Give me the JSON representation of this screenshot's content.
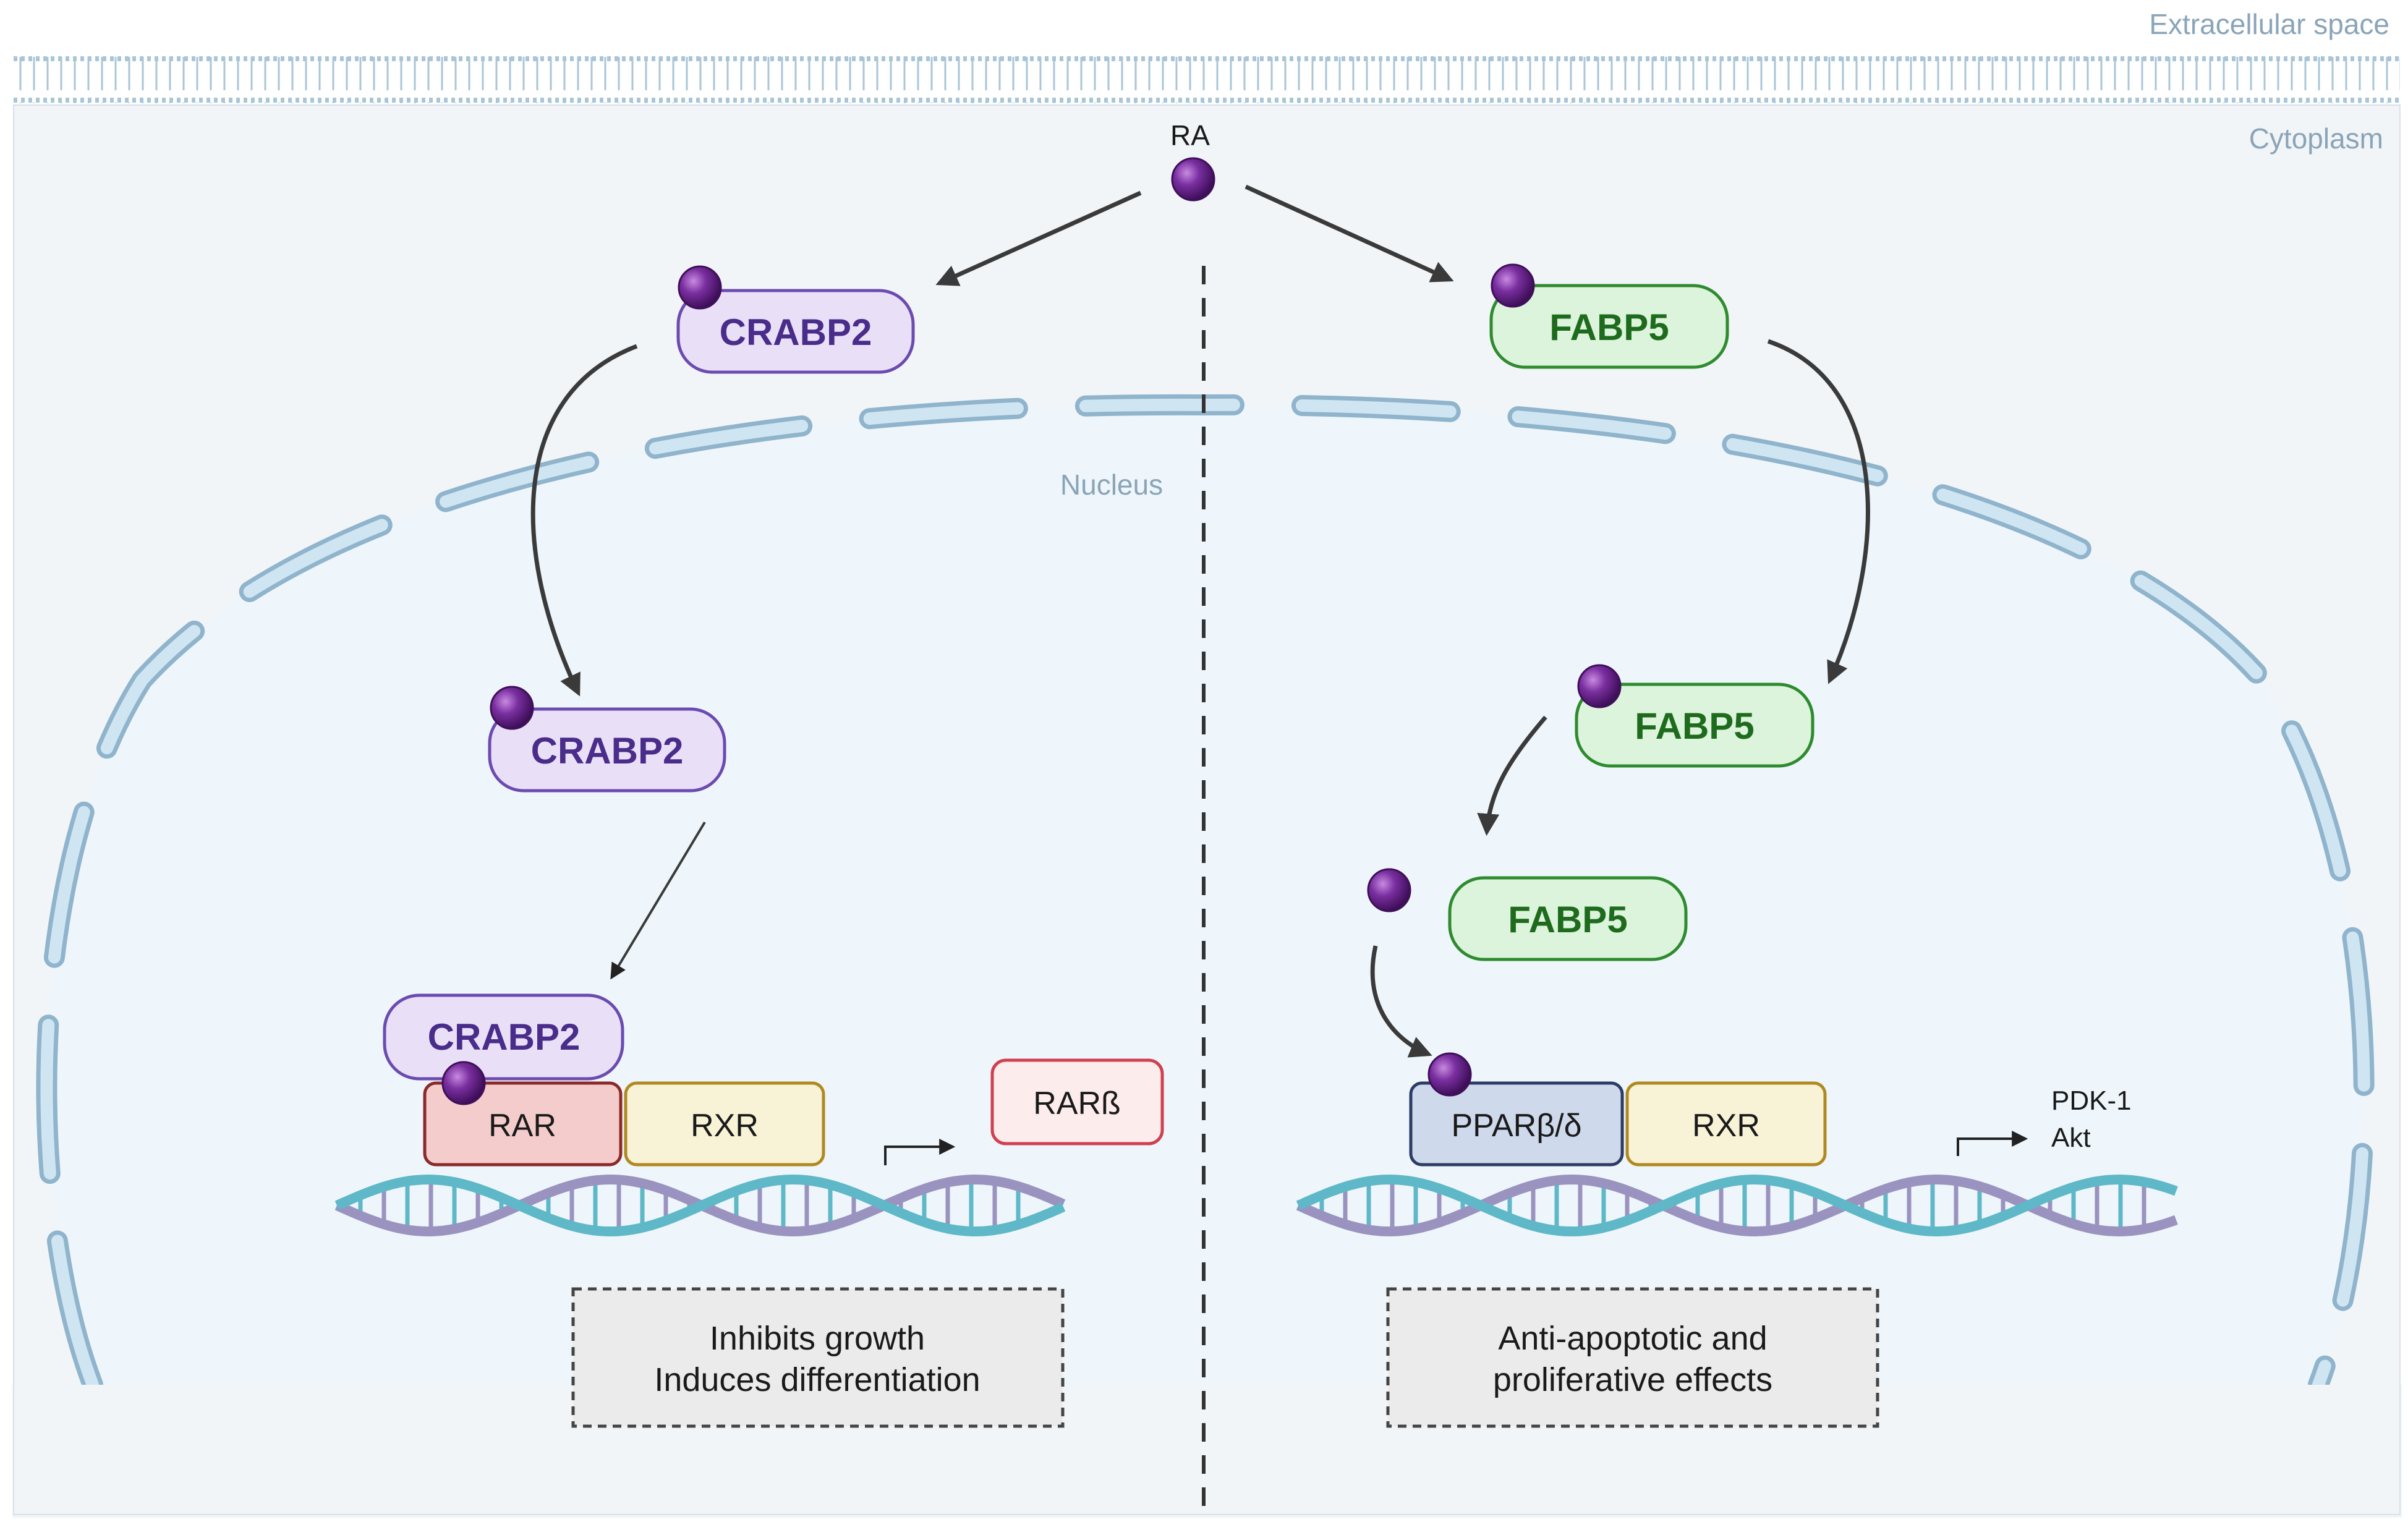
{
  "regions": {
    "extracellular": "Extracellular space",
    "cytoplasm": "Cytoplasm",
    "nucleus": "Nucleus"
  },
  "ligand": {
    "label": "RA",
    "color": "#6b2a8c"
  },
  "left_pathway": {
    "protein_cytoplasm": "CRABP2",
    "protein_nucleus": "CRABP2",
    "protein_bound": "CRABP2",
    "receptor_1": "RAR",
    "receptor_2": "RXR",
    "target_gene": "RARß",
    "effect_line_1": "Inhibits growth",
    "effect_line_2": "Induces differentiation"
  },
  "right_pathway": {
    "protein_cytoplasm": "FABP5",
    "protein_nucleus": "FABP5",
    "protein_released": "FABP5",
    "receptor_1": "PPARβ/δ",
    "receptor_2": "RXR",
    "target_gene_1": "PDK-1",
    "target_gene_2": "Akt",
    "effect_line_1": "Anti-apoptotic and",
    "effect_line_2": "proliferative effects"
  },
  "colors": {
    "crabp_fill": "#e9e0f7",
    "crabp_stroke": "#6b4bb0",
    "fabp_fill": "#dcf3dc",
    "fabp_stroke": "#2e8b2e",
    "rar_fill": "#f4cccc",
    "rar_stroke": "#8b2a2a",
    "rxr_fill": "#f8f3d6",
    "rxr_stroke": "#b08a20",
    "ppar_fill": "#cfd9ec",
    "ppar_stroke": "#2c3c66",
    "rarb_fill": "#fdecec",
    "rarb_stroke": "#d04050",
    "nucleus_fill": "#eef6fb",
    "envelope": "#b9d8ea",
    "dna_teal": "#5fb8c8",
    "dna_purple": "#9a93c0"
  }
}
